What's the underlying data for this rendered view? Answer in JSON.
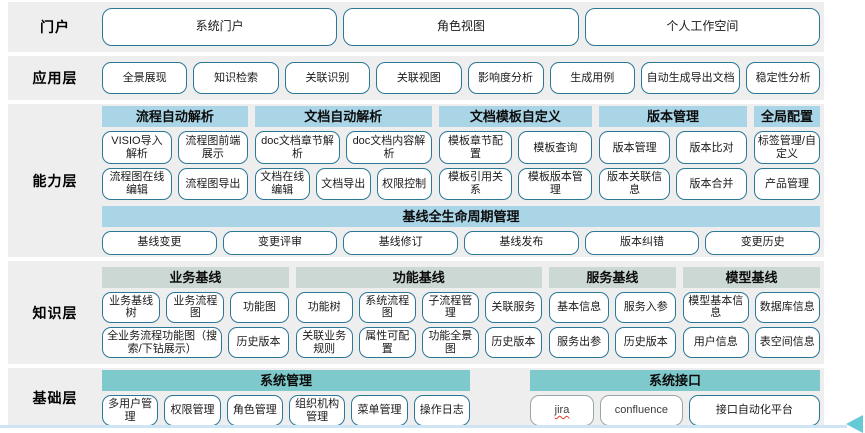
{
  "colors": {
    "band_bg": "#efeeee",
    "header_blue": "#a9d5e7",
    "header_green": "#ccd8d4",
    "header_teal": "#7ec9cb",
    "button_border": "#2a7796",
    "muted_button_border": "#98a6ab",
    "bottom_line": "#cfe4f5",
    "arrow": "#66c9d6",
    "spellcheck_underline": "#e03b2f"
  },
  "layers": [
    {
      "label": "门户",
      "rows": [
        [
          "系统门户",
          "角色视图",
          "个人工作空间"
        ]
      ]
    },
    {
      "label": "应用层",
      "rows": [
        [
          "全景展现",
          "知识检索",
          "关联识别",
          "关联视图",
          "影响度分析",
          "生成用例",
          "自动生成导出文档",
          "稳定性分析"
        ]
      ]
    },
    {
      "label": "能力层",
      "groups": [
        {
          "header": "流程自动解析",
          "rows": [
            [
              "VISIO导入解析",
              "流程图前端展示"
            ],
            [
              "流程图在线编辑",
              "流程图导出"
            ]
          ]
        },
        {
          "header": "文档自动解析",
          "rows": [
            [
              "doc文档章节解析",
              "doc文档内容解析"
            ],
            [
              "文档在线编辑",
              "文档导出",
              "权限控制"
            ]
          ]
        },
        {
          "header": "文档模板自定义",
          "rows": [
            [
              "模板章节配置",
              "模板查询"
            ],
            [
              "模板引用关系",
              "模板版本管理"
            ]
          ]
        },
        {
          "header": "版本管理",
          "rows": [
            [
              "版本管理",
              "版本比对"
            ],
            [
              "版本关联信息",
              "版本合并"
            ]
          ]
        },
        {
          "header": "全局配置",
          "rows": [
            [
              "标签管理/自定义"
            ],
            [
              "产品管理"
            ]
          ]
        }
      ],
      "footer": {
        "header": "基线全生命周期管理",
        "buttons": [
          "基线变更",
          "变更评审",
          "基线修订",
          "基线发布",
          "版本纠错",
          "变更历史"
        ]
      }
    },
    {
      "label": "知识层",
      "groups": [
        {
          "header": "业务基线",
          "rows": [
            [
              "业务基线树",
              "业务流程图",
              "功能图"
            ],
            [
              "全业务流程功能图（搜索/下钻展示）",
              "历史版本"
            ]
          ]
        },
        {
          "header": "功能基线",
          "rows": [
            [
              "功能树",
              "系统流程图",
              "子流程管理",
              "关联服务"
            ],
            [
              "关联业务规则",
              "属性可配置",
              "功能全景图",
              "历史版本"
            ]
          ]
        },
        {
          "header": "服务基线",
          "rows": [
            [
              "基本信息",
              "服务入参"
            ],
            [
              "服务出参",
              "历史版本"
            ]
          ]
        },
        {
          "header": "模型基线",
          "rows": [
            [
              "模型基本信息",
              "数据库信息"
            ],
            [
              "用户信息",
              "表空间信息"
            ]
          ]
        }
      ]
    },
    {
      "label": "基础层",
      "groups": [
        {
          "header": "系统管理",
          "rows": [
            [
              "多用户管理",
              "权限管理",
              "角色管理",
              "组织机构管理",
              "菜单管理",
              "操作日志"
            ]
          ]
        },
        {
          "header": "系统接口",
          "rows": [
            [
              "jira",
              "confluence",
              "接口自动化平台"
            ]
          ]
        }
      ]
    }
  ]
}
